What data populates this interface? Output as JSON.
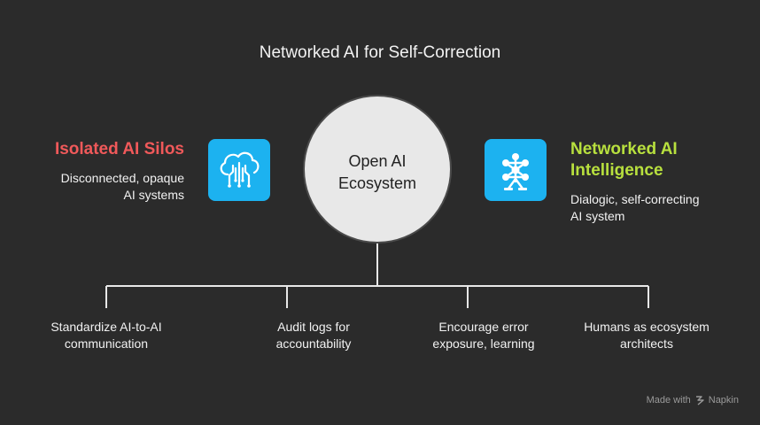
{
  "title": "Networked AI for Self-Correction",
  "center": {
    "line1": "Open AI",
    "line2": "Ecosystem"
  },
  "left": {
    "heading": "Isolated AI Silos",
    "desc_line1": "Disconnected, opaque",
    "desc_line2": "AI systems",
    "icon": "cloud-circuit-icon",
    "heading_color": "#f0595a"
  },
  "right": {
    "heading_line1": "Networked AI",
    "heading_line2": "Intelligence",
    "desc_line1": "Dialogic, self-correcting",
    "desc_line2": "AI system",
    "icon": "atomium-network-icon",
    "heading_color": "#b8e03e"
  },
  "branches": [
    {
      "line1": "Standardize AI-to-AI",
      "line2": "communication"
    },
    {
      "line1": "Audit logs for",
      "line2": "accountability"
    },
    {
      "line1": "Encourage error",
      "line2": "exposure, learning"
    },
    {
      "line1": "Humans as ecosystem",
      "line2": "architects"
    }
  ],
  "footer": {
    "made_with": "Made with",
    "brand": "Napkin"
  },
  "colors": {
    "icon_bg": "#1cb2f0",
    "background": "#2b2b2b"
  }
}
